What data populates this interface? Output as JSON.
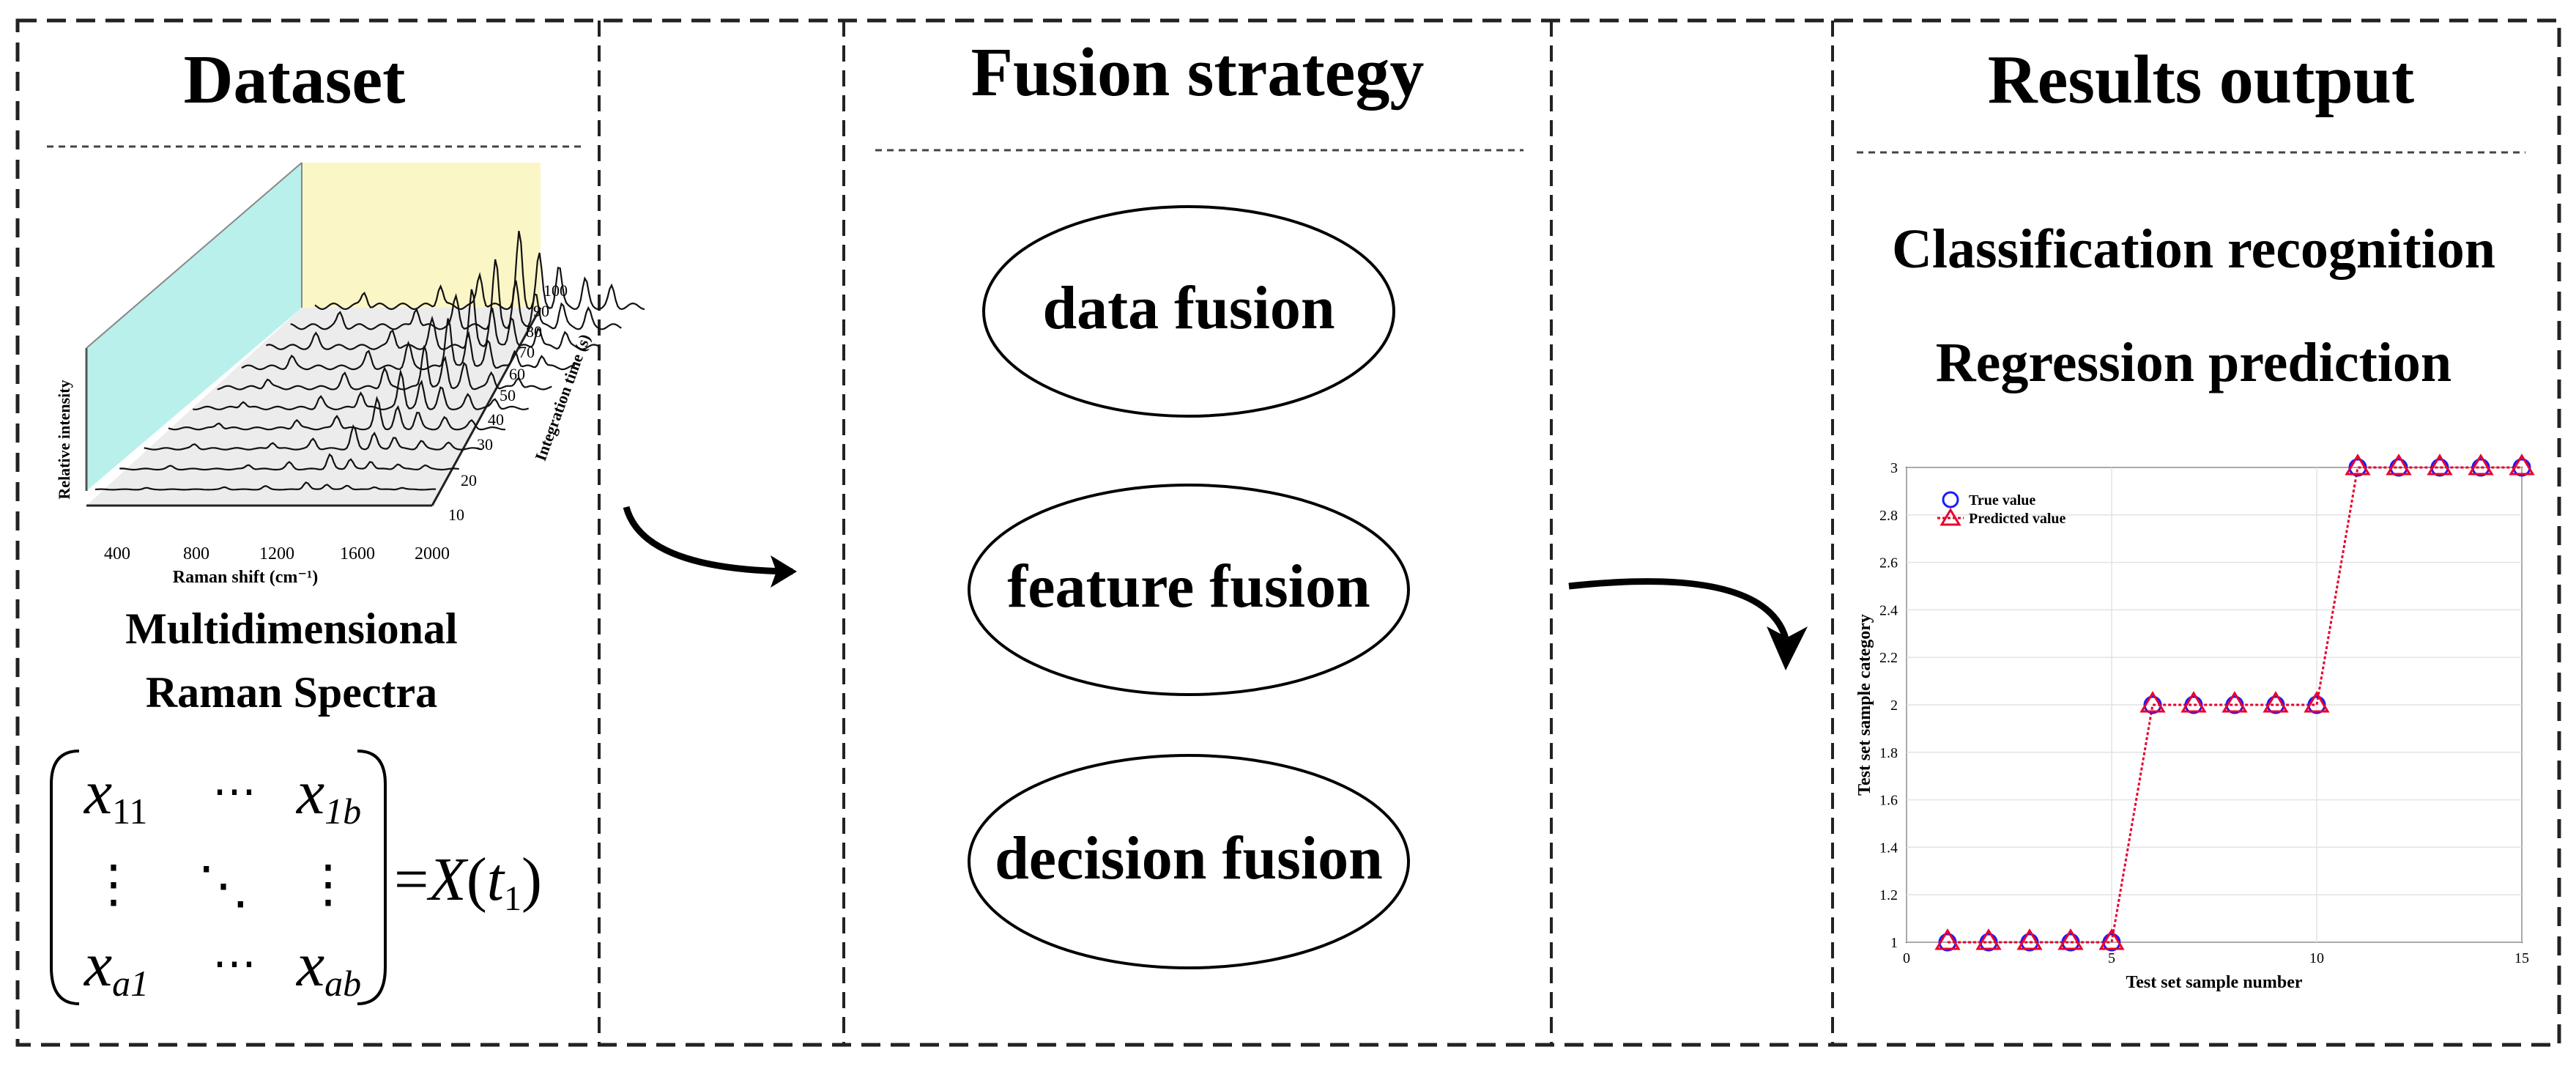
{
  "panels": {
    "dataset": {
      "title": "Dataset",
      "caption_line1": "Multidimensional",
      "caption_line2": "Raman Spectra",
      "plot3d": {
        "ylabel": "Relative intensity",
        "xlabel": "Raman shift (cm⁻¹)",
        "zlabel": "Integration time (s)",
        "x_ticks": [
          "400",
          "800",
          "1200",
          "1600",
          "2000"
        ],
        "z_ticks": [
          "10",
          "20",
          "30",
          "40",
          "50",
          "60",
          "70",
          "80",
          "90",
          "100"
        ],
        "colors": {
          "left_wall": "#b9f0ec",
          "back_wall": "#fbf6c6"
        }
      },
      "matrix": {
        "row1": [
          "x",
          "11",
          "⋯",
          "x",
          "1b"
        ],
        "row2": [
          "⋮",
          "⋱",
          "⋮"
        ],
        "row3": [
          "x",
          "a1",
          "⋯",
          "x",
          "ab"
        ],
        "rhs": {
          "eq": "=",
          "X": "X",
          "open": "(",
          "t": "t",
          "sub": "1",
          "close": ")"
        }
      }
    },
    "fusion": {
      "title": "Fusion strategy",
      "items": [
        "data fusion",
        "feature fusion",
        "decision fusion"
      ]
    },
    "results": {
      "title": "Results output",
      "line1": "Classification recognition",
      "line2": "Regression prediction"
    }
  },
  "chart_data": {
    "type": "line",
    "xlabel": "Test set sample number",
    "ylabel": "Test set sample category",
    "xlim": [
      0,
      15
    ],
    "ylim": [
      1,
      3
    ],
    "x_ticks": [
      0,
      5,
      10,
      15
    ],
    "y_ticks": [
      1,
      1.2,
      1.4,
      1.6,
      1.8,
      2,
      2.2,
      2.4,
      2.6,
      2.8,
      3
    ],
    "grid": true,
    "legend_position": "top-left",
    "x": [
      1,
      2,
      3,
      4,
      5,
      6,
      7,
      8,
      9,
      10,
      11,
      12,
      13,
      14,
      15
    ],
    "series": [
      {
        "name": "True value",
        "marker": "circle",
        "color": "#1a1aff",
        "values": [
          1,
          1,
          1,
          1,
          1,
          2,
          2,
          2,
          2,
          2,
          3,
          3,
          3,
          3,
          3
        ]
      },
      {
        "name": "Predicted value",
        "marker": "triangle",
        "color": "#e8002d",
        "values": [
          1,
          1,
          1,
          1,
          1,
          2,
          2,
          2,
          2,
          2,
          3,
          3,
          3,
          3,
          3
        ]
      }
    ]
  }
}
